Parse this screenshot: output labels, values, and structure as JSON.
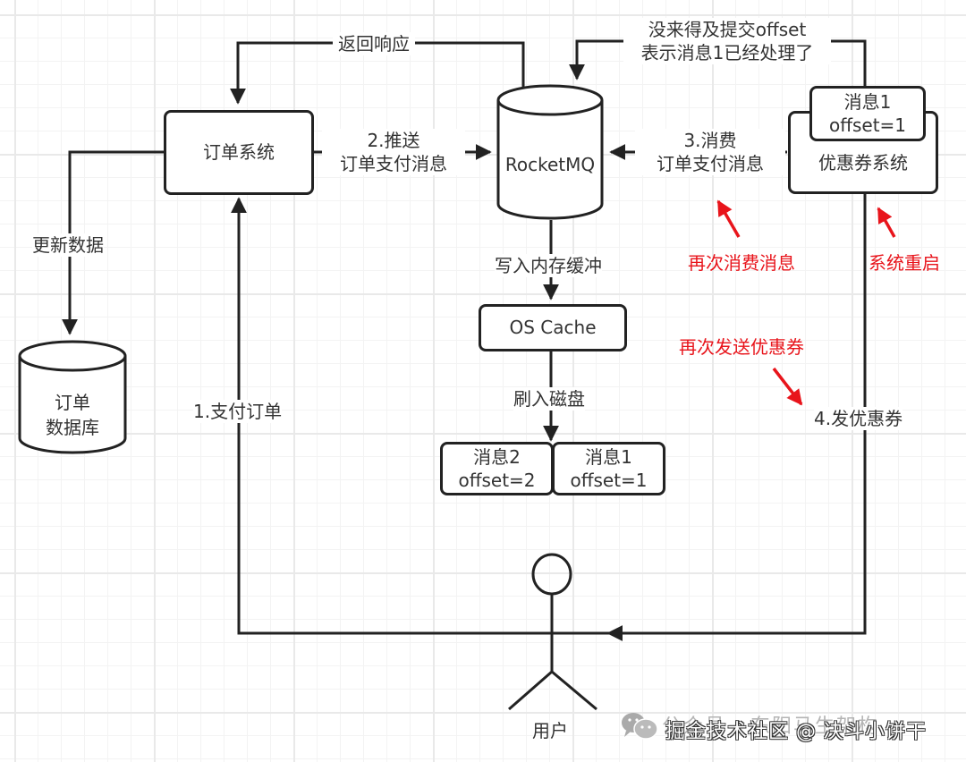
{
  "nodes": {
    "order_system": "订单系统",
    "rocketmq": "RocketMQ",
    "coupon_system": "优惠券系统",
    "coupon_msg_line1": "消息1",
    "coupon_msg_line2": "offset=1",
    "order_db_line1": "订单",
    "order_db_line2": "数据库",
    "os_cache": "OS Cache",
    "msg2_line1": "消息2",
    "msg2_line2": "offset=2",
    "msg1_line1": "消息1",
    "msg1_line2": "offset=1",
    "user": "用户"
  },
  "edges": {
    "return_response": "返回响应",
    "push_line1": "2.推送",
    "push_line2": "订单支付消息",
    "consume_line1": "3.消费",
    "consume_line2": "订单支付消息",
    "offset_line1": "没来得及提交offset",
    "offset_line2": "表示消息1已经处理了",
    "update_data": "更新数据",
    "pay_order": "1.支付订单",
    "write_cache": "写入内存缓冲",
    "flush_disk": "刷入磁盘",
    "send_coupon": "4.发优惠券"
  },
  "annotations": {
    "reconsume": "再次消费消息",
    "restart": "系统重启",
    "resend": "再次发送优惠券",
    "color": "#e8141b"
  },
  "watermark": {
    "wechat": "公众号 · 东阳马生架构",
    "juejin": "掘金技术社区 @ 决斗小饼干"
  }
}
